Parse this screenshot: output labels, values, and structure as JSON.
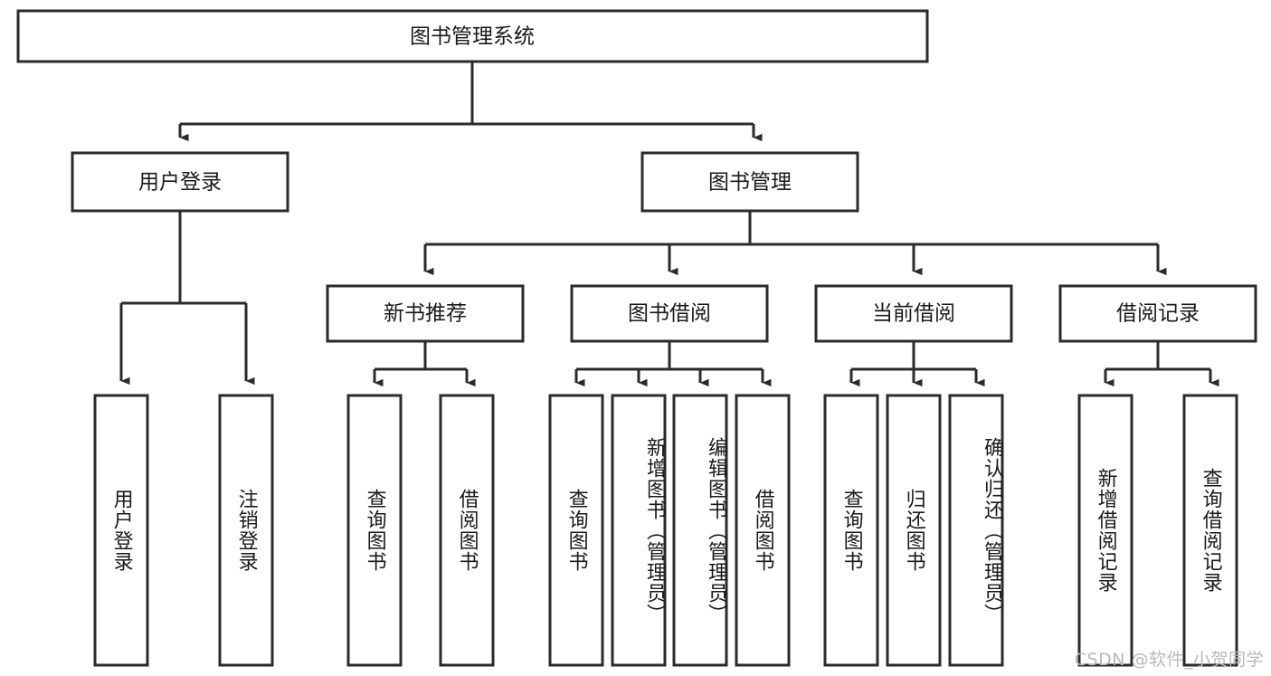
{
  "diagram": {
    "title": "图书管理系统",
    "type": "tree-hierarchy",
    "root": {
      "id": "root",
      "label": "图书管理系统"
    },
    "level2": [
      {
        "id": "user-login",
        "label": "用户登录"
      },
      {
        "id": "book-manage",
        "label": "图书管理"
      }
    ],
    "level3": [
      {
        "id": "new-book-rec",
        "label": "新书推荐",
        "parent": "book-manage"
      },
      {
        "id": "book-borrow",
        "label": "图书借阅",
        "parent": "book-manage"
      },
      {
        "id": "current-borrow",
        "label": "当前借阅",
        "parent": "book-manage"
      },
      {
        "id": "borrow-record",
        "label": "借阅记录",
        "parent": "book-manage"
      }
    ],
    "leaves": [
      {
        "id": "leaf-user-login",
        "label": "用户登录",
        "parent": "user-login"
      },
      {
        "id": "leaf-logout",
        "label": "注销登录",
        "parent": "user-login"
      },
      {
        "id": "leaf-query-book-1",
        "label": "查询图书",
        "parent": "new-book-rec"
      },
      {
        "id": "leaf-borrow-book-1",
        "label": "借阅图书",
        "parent": "new-book-rec"
      },
      {
        "id": "leaf-query-book-2",
        "label": "查询图书",
        "parent": "book-borrow"
      },
      {
        "id": "leaf-add-book",
        "label": "新增图书（管理员）",
        "parent": "book-borrow"
      },
      {
        "id": "leaf-edit-book",
        "label": "编辑图书（管理员）",
        "parent": "book-borrow"
      },
      {
        "id": "leaf-borrow-book-2",
        "label": "借阅图书",
        "parent": "book-borrow"
      },
      {
        "id": "leaf-query-book-3",
        "label": "查询图书",
        "parent": "current-borrow"
      },
      {
        "id": "leaf-return-book",
        "label": "归还图书",
        "parent": "current-borrow"
      },
      {
        "id": "leaf-confirm-return",
        "label": "确认归还（管理员）",
        "parent": "current-borrow"
      },
      {
        "id": "leaf-add-record",
        "label": "新增借阅记录",
        "parent": "borrow-record"
      },
      {
        "id": "leaf-query-record",
        "label": "查询借阅记录",
        "parent": "borrow-record"
      }
    ],
    "colors": {
      "box_stroke": "#2b2b2b",
      "box_fill": "#ffffff",
      "text": "#1a1a1a",
      "background": "#ffffff",
      "watermark": "#b9b9b9"
    }
  },
  "watermark": {
    "text": "CSDN @软件_小贺同学"
  }
}
